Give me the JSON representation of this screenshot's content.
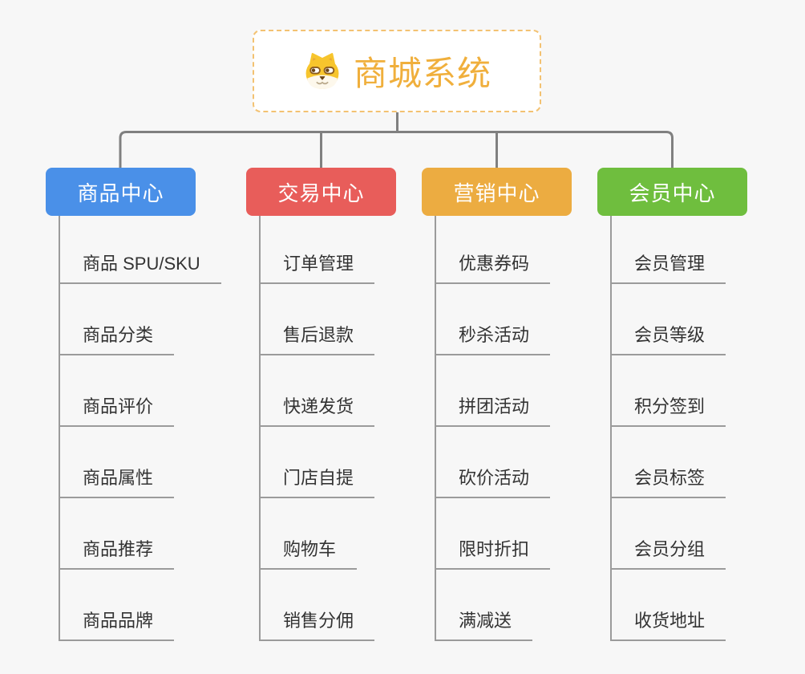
{
  "page": {
    "background": "#F7F7F7"
  },
  "root": {
    "title": "商城系统",
    "icon": "dog-face-icon",
    "title_color": "#F0AF3C",
    "border_color": "#F3C272"
  },
  "connectors": {
    "color": "#808080",
    "item_line_color": "#9B9B9B"
  },
  "branches": [
    {
      "label": "商品中心",
      "color": "#4A90E8",
      "items": [
        "商品 SPU/SKU",
        "商品分类",
        "商品评价",
        "商品属性",
        "商品推荐",
        "商品品牌"
      ]
    },
    {
      "label": "交易中心",
      "color": "#E85D5A",
      "items": [
        "订单管理",
        "售后退款",
        "快递发货",
        "门店自提",
        "购物车",
        "销售分佣"
      ]
    },
    {
      "label": "营销中心",
      "color": "#ECAC41",
      "items": [
        "优惠券码",
        "秒杀活动",
        "拼团活动",
        "砍价活动",
        "限时折扣",
        "满减送"
      ]
    },
    {
      "label": "会员中心",
      "color": "#6FBE3E",
      "items": [
        "会员管理",
        "会员等级",
        "积分签到",
        "会员标签",
        "会员分组",
        "收货地址"
      ]
    }
  ]
}
